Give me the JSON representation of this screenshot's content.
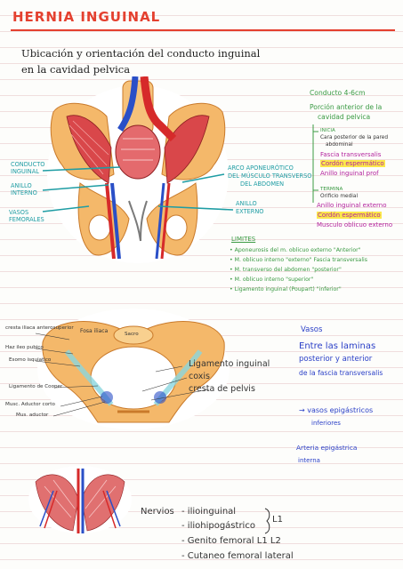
{
  "title": "HERNIA INGUINAL",
  "subtitle": {
    "line1": "Ubicación y orientación del conducto inguinal",
    "line2": "en la cavidad pelvica"
  },
  "figure1_labels": {
    "conducto_inguinal": [
      "CONDUCTO",
      "INGUINAL"
    ],
    "anillo_interno": [
      "ANILLO",
      "INTERNO"
    ],
    "vasos_femorales": [
      "VASOS",
      "FEMORALES"
    ],
    "arco": [
      "ARCO APONEURÓTICO",
      "DEL MÚSCULO TRANSVERSO",
      "DEL ABDOMEN"
    ],
    "anillo_externo": [
      "ANILLO",
      "EXTERNO"
    ]
  },
  "notes": {
    "conducto": "Conducto 4-6cm",
    "porcion": [
      "Porción anterior de la",
      "cavidad pelvica"
    ],
    "inicia_header": "INICIA",
    "inicia_items": [
      "Cara posterior de la pared",
      "abdominal",
      "Fascia transversalis",
      "Cordón espermático",
      "Anillo inguinal prof"
    ],
    "termina_header": "TERMINA",
    "termina_items": [
      "Orificio medial",
      "Anillo inguinal externo",
      "Cordón espermático",
      "Musculo oblicuo externo"
    ]
  },
  "limites": {
    "header": "LIMITES",
    "items": [
      "Aponeurosis del m. oblicuo externo \"Anterior\"",
      "M. oblicuo interno \"externo\" Fascia transversalis",
      "M. transverso del abdomen \"posterior\"",
      "M. oblicuo interno \"superior\"",
      "Ligamento inguinal (Poupart) \"inferior\""
    ]
  },
  "figure2_labels": {
    "left": [
      "cresta iliaca anterosuperior",
      "Haz ileo pubico",
      "Esomo isquiatico",
      "Ligamento de Cooper",
      "Musc. Aductor corto",
      "Mus. aductor"
    ],
    "fosa_iliaca": "Fosa iliaca",
    "sacro": "Sacro",
    "right": [
      "Ligamento inguinal",
      "coxis",
      "cresta de pelvis"
    ]
  },
  "vasos": {
    "header": "Vasos",
    "lines": [
      "Entre las laminas",
      "posterior y anterior",
      "de la fascia transversalis",
      "→ vasos epigástricos",
      "inferiores",
      "Arteria epigástrica",
      "interna"
    ]
  },
  "nervios": {
    "label": "Nervios",
    "items": [
      "iliohipogástrico",
      "ilioinguinal",
      "Genito femoral  L1 L2",
      "Cutaneo femoral lateral"
    ],
    "bracket_label": "L1"
  },
  "colors": {
    "title": "#e4402f",
    "teal": "#1f9da4",
    "blue": "#2a3fc7",
    "green": "#3a9a43",
    "magenta": "#b3239e",
    "highlight": "#fbe84a",
    "bone": "#f4b86a"
  }
}
